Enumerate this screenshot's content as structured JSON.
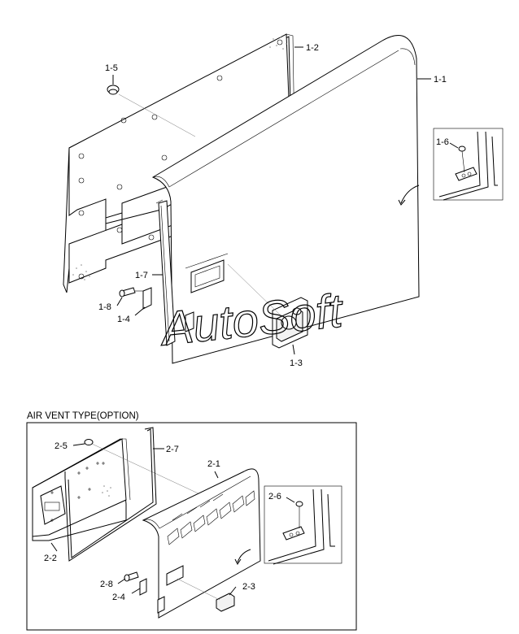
{
  "section_title": "AIR VENT TYPE(OPTION)",
  "watermark": "AutoSoft",
  "labels": {
    "l1_1": "1-1",
    "l1_2": "1-2",
    "l1_3": "1-3",
    "l1_4": "1-4",
    "l1_5": "1-5",
    "l1_6": "1-6",
    "l1_7": "1-7",
    "l1_8": "1-8",
    "l2_1": "2-1",
    "l2_2": "2-2",
    "l2_3": "2-3",
    "l2_4": "2-4",
    "l2_5": "2-5",
    "l2_6": "2-6",
    "l2_7": "2-7",
    "l2_8": "2-8"
  }
}
